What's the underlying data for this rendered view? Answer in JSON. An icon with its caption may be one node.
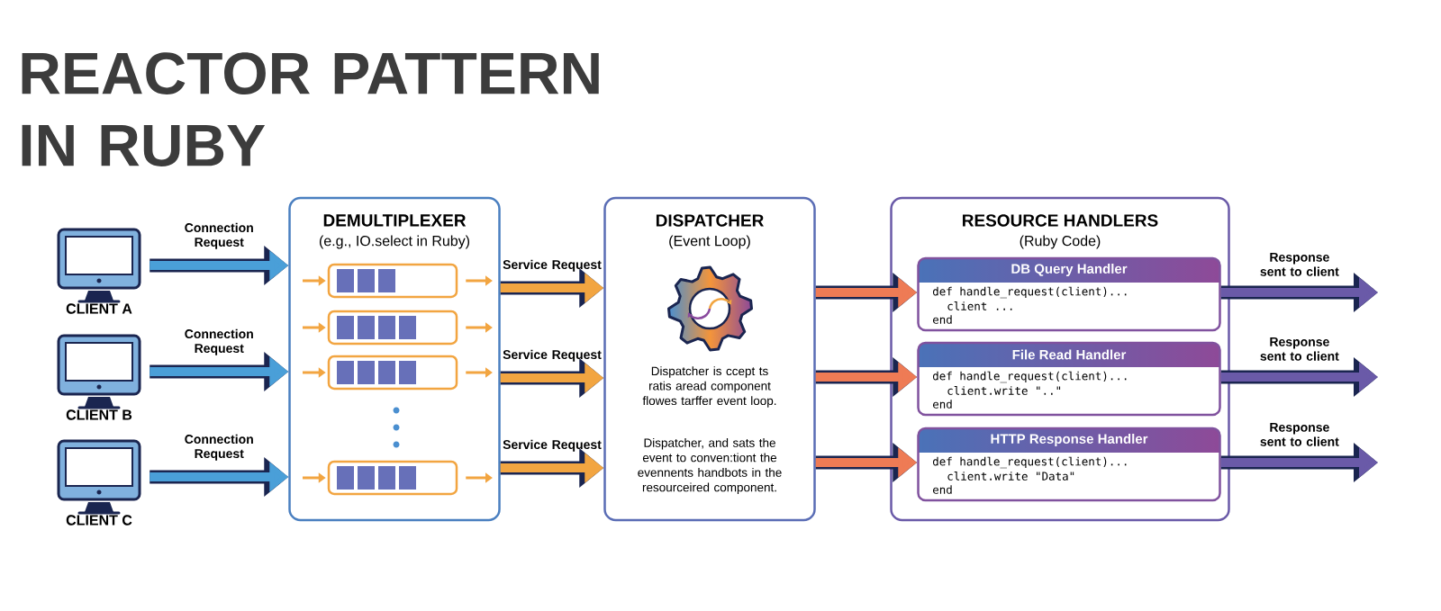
{
  "diagram": {
    "title": "REACTOR PATTERN IN RUBY",
    "nodes": [
      {
        "text": [
          "CLIENT A"
        ]
      },
      {
        "text": [
          "CLIENT B"
        ]
      },
      {
        "text": [
          "CLIENT C"
        ]
      },
      {
        "text": [
          "DEMULTIPLEXER",
          "(e.g., IO.select in Ruby)"
        ]
      },
      {
        "text": [],
        "shape": "box",
        "in": 3
      },
      {
        "text": [],
        "shape": "box",
        "in": 3
      },
      {
        "text": [],
        "shape": "box",
        "in": 3
      },
      {
        "text": [],
        "shape": "box",
        "in": 3
      },
      {
        "text": [
          "DISPATCHER",
          "(Event Loop)",
          "Dispatcher is ccept ts ratis aread component flowes tarffer event loop.",
          "Dispatcher, and sats the event to conven:tiont the evennents handbots in the resourceired component."
        ]
      },
      {
        "text": [
          "RESOURCE HANDLERS",
          "(Ruby Code)"
        ]
      },
      {
        "text": [
          "DB Query Handler",
          "def handle_request(client)...",
          "client ...",
          "end"
        ],
        "in": 9
      },
      {
        "text": [
          "File Read Handler",
          "def handle_request(client)...",
          "client.write \"..\"",
          "end"
        ],
        "in": 9
      },
      {
        "text": [
          "HTTP Response Handler",
          "def handle_request(client)...",
          "client.write \"Data\"",
          "end"
        ],
        "in": 9
      }
    ],
    "edges": [
      {
        "from": 0,
        "to": 3,
        "arrow": "to",
        "label": "Connection Request",
        "color": "#4a9fd8"
      },
      {
        "from": 1,
        "to": 3,
        "arrow": "to",
        "label": "Connection Request",
        "color": "#4a9fd8"
      },
      {
        "from": 2,
        "to": 3,
        "arrow": "to",
        "label": "Connection Request",
        "color": "#4a9fd8"
      },
      {
        "from": 3,
        "to": 8,
        "arrow": "to",
        "label": "Service Request"
      },
      {
        "from": 3,
        "to": 8,
        "arrow": "to",
        "label": "Service Request"
      },
      {
        "from": 3,
        "to": 8,
        "arrow": "to",
        "label": "Service Request"
      },
      {
        "from": 8,
        "to": 10,
        "arrow": "to",
        "color": "#ee7b55"
      },
      {
        "from": 8,
        "to": 11,
        "arrow": "to",
        "color": "#ee7b55"
      },
      {
        "from": 8,
        "to": 12,
        "arrow": "to",
        "color": "#ee7b55"
      },
      {
        "from": 10,
        "to": null,
        "arrow": "to",
        "label": "Response sent to client",
        "color": "#6a5aa8"
      },
      {
        "from": 11,
        "to": null,
        "arrow": "to",
        "label": "Response sent to client",
        "color": "#6a5aa8"
      },
      {
        "from": 12,
        "to": null,
        "arrow": "to",
        "label": "Response sent to client",
        "color": "#6a5aa8"
      },
      {
        "from": null,
        "to": 4,
        "arrow": "to"
      },
      {
        "from": null,
        "to": 5,
        "arrow": "to"
      },
      {
        "from": null,
        "to": 6,
        "arrow": "to"
      },
      {
        "from": null,
        "to": 7,
        "arrow": "to"
      },
      {
        "from": 4,
        "to": null,
        "arrow": "to"
      },
      {
        "from": 5,
        "to": null,
        "arrow": "to"
      },
      {
        "from": 6,
        "to": null,
        "arrow": "to"
      },
      {
        "from": 7,
        "to": null,
        "arrow": "to"
      }
    ]
  }
}
